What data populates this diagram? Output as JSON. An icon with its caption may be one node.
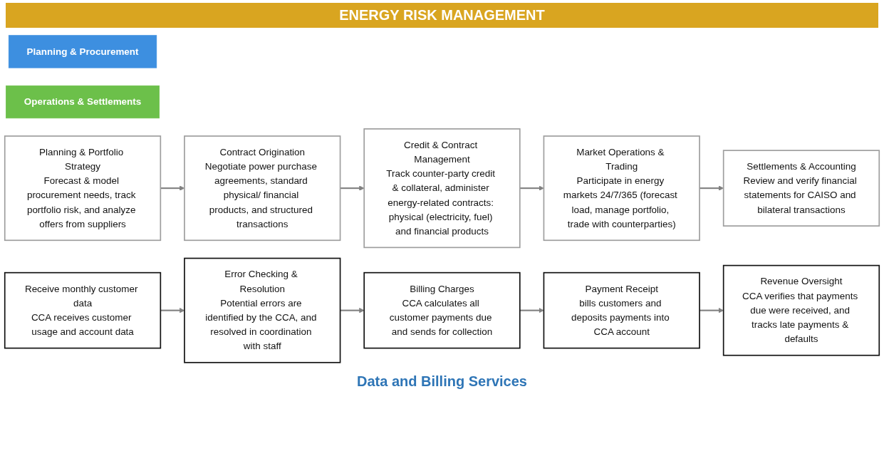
{
  "diagram": {
    "title": "ENERGY RISK MANAGEMENT",
    "nodes": [
      {
        "text": [
          "Planning & Procurement"
        ]
      },
      {
        "text": [
          "Operations & Settlements"
        ]
      },
      {
        "text": [
          "Planning & Portfolio Strategy",
          "Forecast & model procurement needs, track portfolio risk, and analyze offers from suppliers"
        ]
      },
      {
        "text": [
          "Contract Origination",
          "Negotiate power purchase agreements, standard physical/ financial products, and structured transactions"
        ]
      },
      {
        "text": [
          "Credit & Contract Management",
          "Track counter-party credit & collateral, administer energy-related contracts: physical (electricity, fuel) and financial products"
        ]
      },
      {
        "text": [
          "Market Operations & Trading",
          "Participate in energy markets 24/7/365 (forecast load, manage portfolio, trade with counterparties)"
        ]
      },
      {
        "text": [
          "Settlements & Accounting",
          "Review and verify financial statements for CAISO and bilateral transactions"
        ]
      },
      {
        "text": [
          "Receive monthly customer data",
          "CCA receives customer usage and account data"
        ]
      },
      {
        "text": [
          "Error Checking & Resolution",
          "Potential errors are identified by the CCA, and resolved in coordination with staff"
        ]
      },
      {
        "text": [
          "Billing Charges",
          "CCA calculates all customer payments due and sends for collection"
        ]
      },
      {
        "text": [
          "Payment Receipt",
          "bills customers and deposits payments into CCA account"
        ]
      },
      {
        "text": [
          "Revenue Oversight",
          "CCA verifies that payments due were received, and tracks late payments & defaults"
        ]
      }
    ],
    "edges": [
      {
        "from": 2,
        "to": 3,
        "arrow": "to"
      },
      {
        "from": 3,
        "to": 4,
        "arrow": "to"
      },
      {
        "from": 4,
        "to": 5,
        "arrow": "to"
      },
      {
        "from": 5,
        "to": 6,
        "arrow": "to"
      },
      {
        "from": 7,
        "to": 8,
        "arrow": "to"
      },
      {
        "from": 8,
        "to": 9,
        "arrow": "to"
      },
      {
        "from": 9,
        "to": 10,
        "arrow": "to"
      },
      {
        "from": 10,
        "to": 11,
        "arrow": "to"
      }
    ],
    "labels": [
      "Data and Billing Services"
    ]
  }
}
